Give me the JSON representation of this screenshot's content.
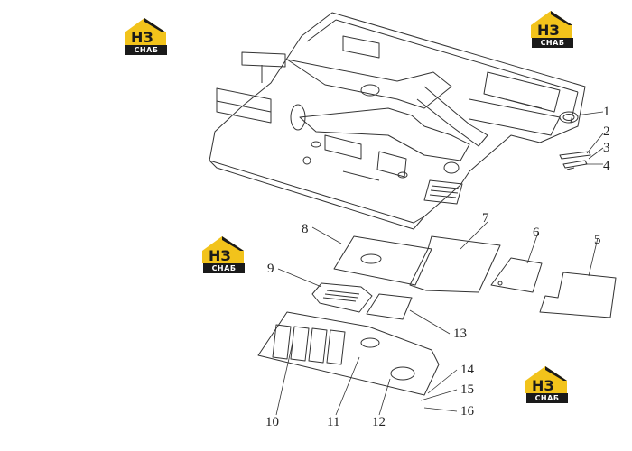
{
  "logo": {
    "letters": "НЗ",
    "word": "СНАБ",
    "colors": {
      "yellow": "#f2c31b",
      "dark": "#1a1a1a"
    }
  },
  "callouts": [
    "1",
    "2",
    "3",
    "4",
    "5",
    "6",
    "7",
    "8",
    "9",
    "10",
    "11",
    "12",
    "13",
    "14",
    "15",
    "16"
  ],
  "colors": {
    "line": "#333333",
    "paper": "#ffffff"
  }
}
